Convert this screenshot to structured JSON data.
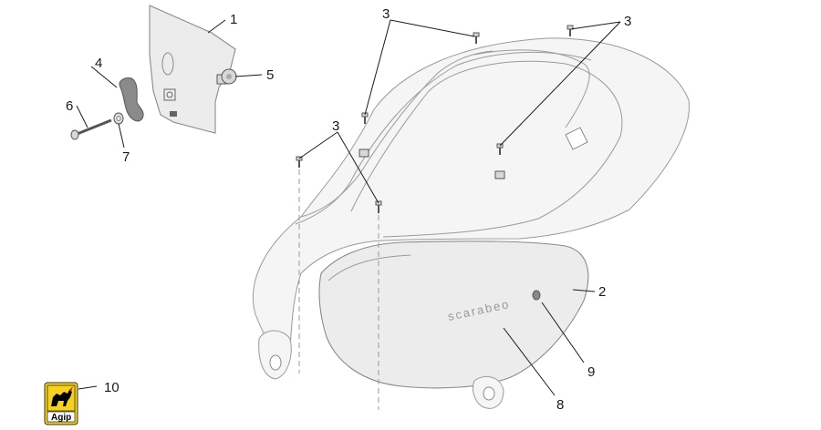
{
  "callouts": {
    "c1": "1",
    "c2": "2",
    "c3a": "3",
    "c3b": "3",
    "c3c": "3",
    "c4": "4",
    "c5": "5",
    "c6": "6",
    "c7": "7",
    "c8": "8",
    "c9": "9",
    "c10": "10"
  },
  "decal_text": "scarabeo",
  "logo_text": "Agip",
  "colors": {
    "line": "#1a1a1a",
    "part_fill": "#ececec",
    "logo_yellow": "#f4d21f",
    "logo_red": "#d62b1f"
  }
}
